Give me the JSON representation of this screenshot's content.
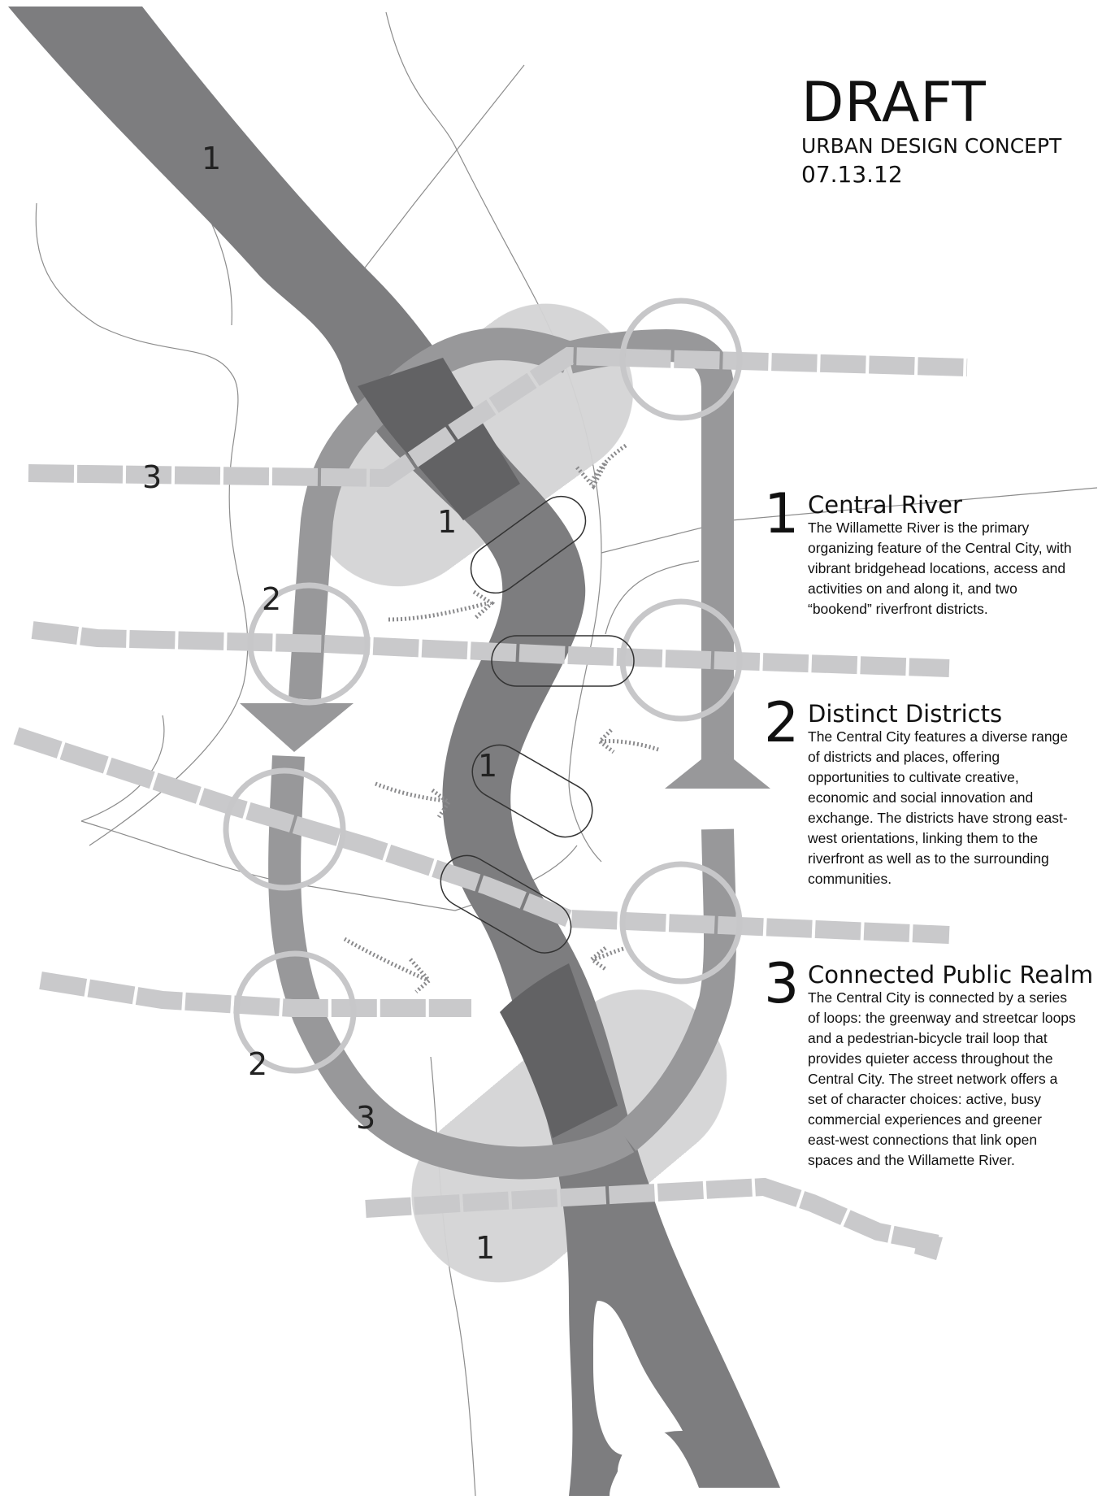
{
  "title_block": {
    "title": "DRAFT",
    "subtitle": "URBAN DESIGN CONCEPT",
    "date": "07.13.12"
  },
  "legend": [
    {
      "number": "1",
      "heading": "Central River",
      "body": "The Willamette River is the primary organizing feature of the Central City, with vibrant bridgehead locations, access and activities on and along it, and two “bookend” riverfront districts."
    },
    {
      "number": "2",
      "heading": "Distinct Districts",
      "body": "The Central City features a diverse range of districts and places, offering opportunities to cultivate creative, economic and social innovation and exchange. The districts have strong east-west orientations, linking them to the riverfront as well as to the surrounding communities."
    },
    {
      "number": "3",
      "heading": "Connected Public Realm",
      "body": "The Central City is connected by a series of loops: the greenway and streetcar loops and a pedestrian-bicycle trail loop that provides quieter access throughout the Central City.  The street network offers a set of character choices: active, busy commercial experiences and greener east-west connections that link open spaces and the Willamette River."
    }
  ],
  "map_labels": {
    "river_north": "1",
    "bookend_north": "1",
    "river_island": "1",
    "bookend_south": "1",
    "district_north": "2",
    "district_south": "2",
    "street_west": "3",
    "loop_south": "3"
  },
  "colors": {
    "river": "#7d7d7f",
    "river_overlap": "#626264",
    "loop": "#98989a",
    "bookend": "#d4d4d5",
    "street": "#c9c9cb",
    "node_ring": "#c7c7c9",
    "arrow_dash": "#8a8a8c",
    "background": "#ffffff"
  }
}
